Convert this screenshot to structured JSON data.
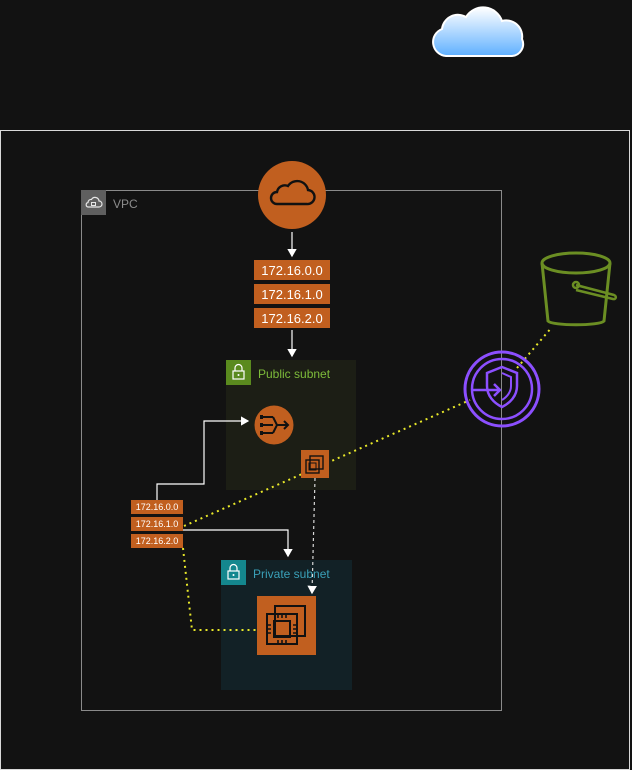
{
  "vpc": {
    "label": "VPC"
  },
  "public_subnet": {
    "label": "Public subnet"
  },
  "private_subnet": {
    "label": "Private subnet"
  },
  "route_table_top": {
    "rows": [
      "172.16.0.0",
      "172.16.1.0",
      "172.16.2.0"
    ]
  },
  "route_table_left": {
    "rows": [
      "172.16.0.0",
      "172.16.1.0",
      "172.16.2.0"
    ]
  },
  "icons": {
    "cloud": "cloud-icon",
    "internet_gateway": "internet-gateway-icon",
    "nat_gateway": "nat-gateway-icon",
    "network_interface": "network-interface-icon",
    "ec2_instance": "ec2-instance-icon",
    "vpc_endpoint": "vpc-endpoint-icon",
    "s3_bucket": "s3-bucket-icon"
  },
  "colors": {
    "background": "#121212",
    "aws_orange": "#c15f1f",
    "public_green": "#7dbb3a",
    "private_teal": "#3aa0b8",
    "endpoint_purple": "#8c4fff",
    "bucket_green": "#6b8e23",
    "dotted_yellow": "#e8e82a"
  }
}
